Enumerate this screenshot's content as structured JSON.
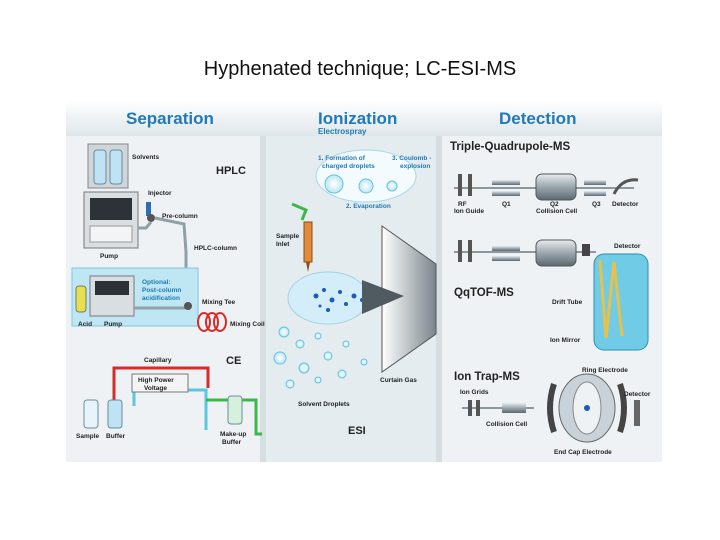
{
  "title": "Hyphenated technique; LC-ESI-MS",
  "sections": {
    "separation": "Separation",
    "ionization": "Ionization",
    "electrospray": "Electrospray",
    "detection": "Detection"
  },
  "separation": {
    "hplc": "HPLC",
    "solvents": "Solvents",
    "injector": "Injector",
    "pre_column": "Pre-column",
    "pump": "Pump",
    "hplc_column": "HPLC-column",
    "optional_1": "Optional:",
    "optional_2": "Post-column",
    "optional_3": "acidification",
    "mixing_tee": "Mixing Tee",
    "mixing_coil": "Mixing Coil",
    "acid": "Acid",
    "pump2": "Pump",
    "capillary": "Capillary",
    "ce": "CE",
    "hv_1": "High Power",
    "hv_2": "Voltage",
    "sample": "Sample",
    "buffer": "Buffer",
    "makeup_1": "Make-up",
    "makeup_2": "Buffer"
  },
  "ionization": {
    "step1_a": "1. Formation of",
    "step1_b": "charged droplets",
    "step2": "2. Evaporation",
    "step3_a": "3. Coulomb -",
    "step3_b": "explosion",
    "sample_inlet_1": "Sample",
    "sample_inlet_2": "Inlet",
    "curtain_gas": "Curtain Gas",
    "solvent_droplets": "Solvent Droplets",
    "esi": "ESI"
  },
  "detection": {
    "tq": "Triple-Quadrupole-MS",
    "rf_1": "RF",
    "rf_2": "Ion Guide",
    "q1": "Q1",
    "q2": "Q2",
    "collision_cell": "Collision Cell",
    "q3": "Q3",
    "detector": "Detector",
    "qqtof": "QqTOF-MS",
    "detector2": "Detector",
    "drift_tube": "Drift Tube",
    "ion_mirror": "Ion Mirror",
    "it": "Ion Trap-MS",
    "ring_electrode": "Ring Electrode",
    "ion_grids": "Ion Grids",
    "detector3": "Detector",
    "collision_cell2": "Collision Cell",
    "end_cap": "End Cap Electrode"
  },
  "colors": {
    "accent": "#1f7ab8",
    "background": "#eef2f4",
    "green": "#3cb84a",
    "red": "#d92a2a",
    "cyan": "#5ec4e0"
  }
}
